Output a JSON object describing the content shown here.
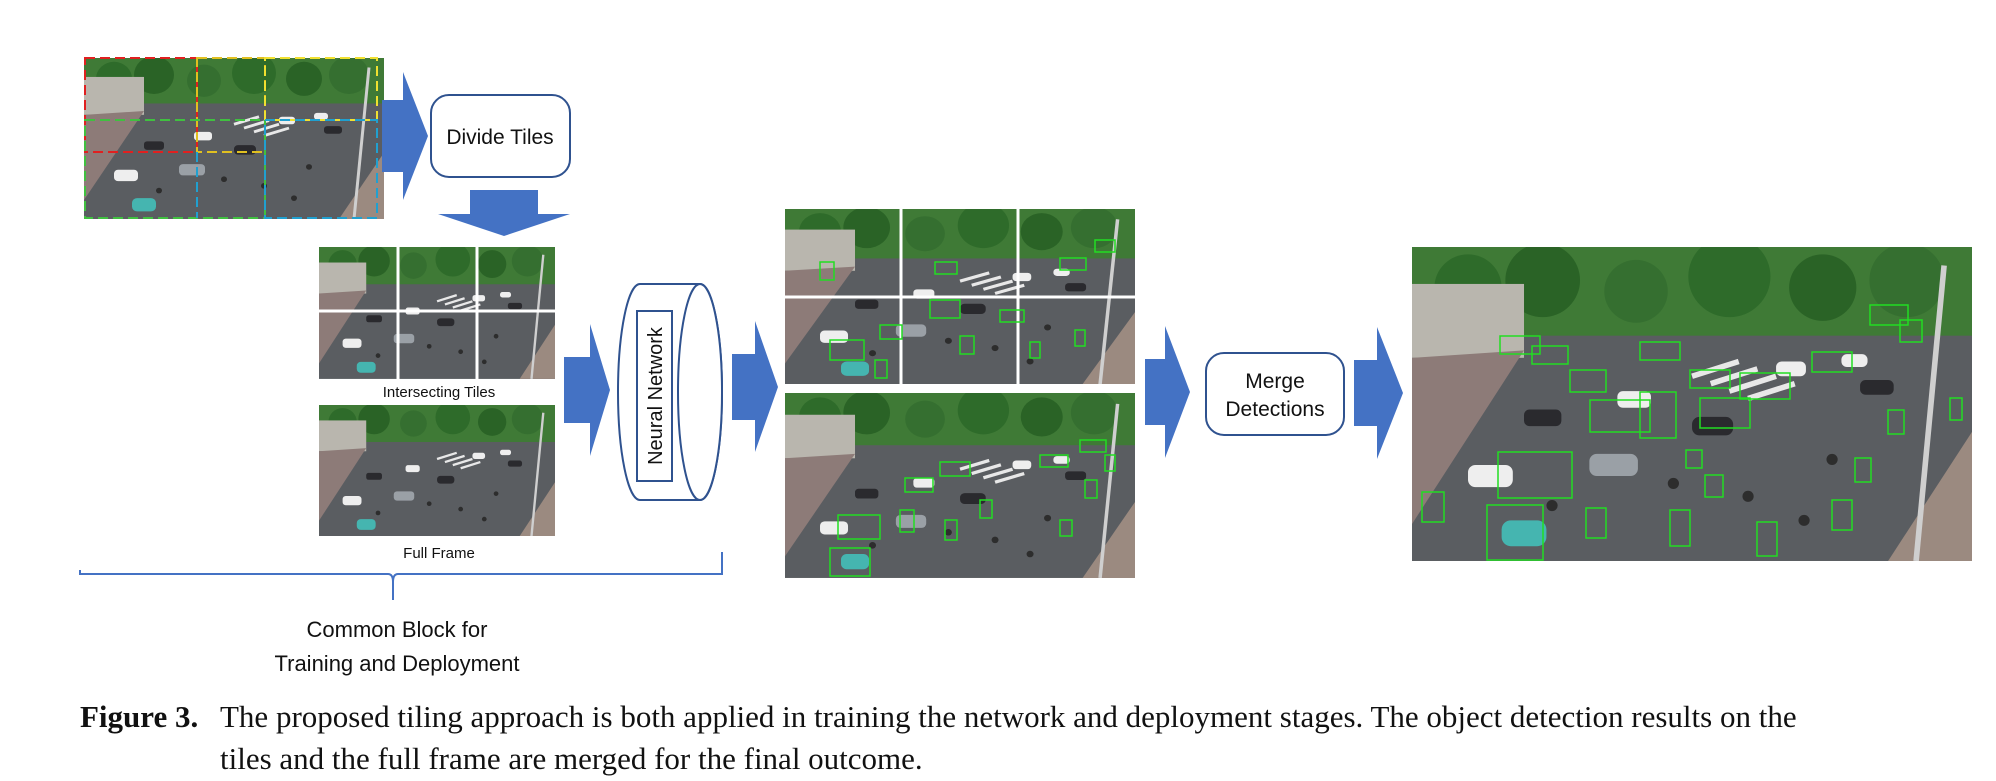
{
  "diagram": {
    "divide_label": "Divide Tiles",
    "intersecting_label": "Intersecting Tiles",
    "full_frame_label": "Full Frame",
    "network_label": "Neural Network",
    "merge_label_1": "Merge",
    "merge_label_2": "Detections",
    "common_block_1": "Common Block for",
    "common_block_2": "Training and Deployment"
  },
  "caption": {
    "figure_label": "Figure 3.",
    "line1": "The proposed tiling approach is both applied in training the network and deployment stages. The object detection results on the",
    "line2": "tiles and the full frame are merged for the final outcome."
  },
  "colors": {
    "arrow": "#4472c4",
    "box_stroke": "#2f528f",
    "detection_box": "#22dd22",
    "asphalt": "#55585c",
    "trees": "#2e6b2a"
  }
}
